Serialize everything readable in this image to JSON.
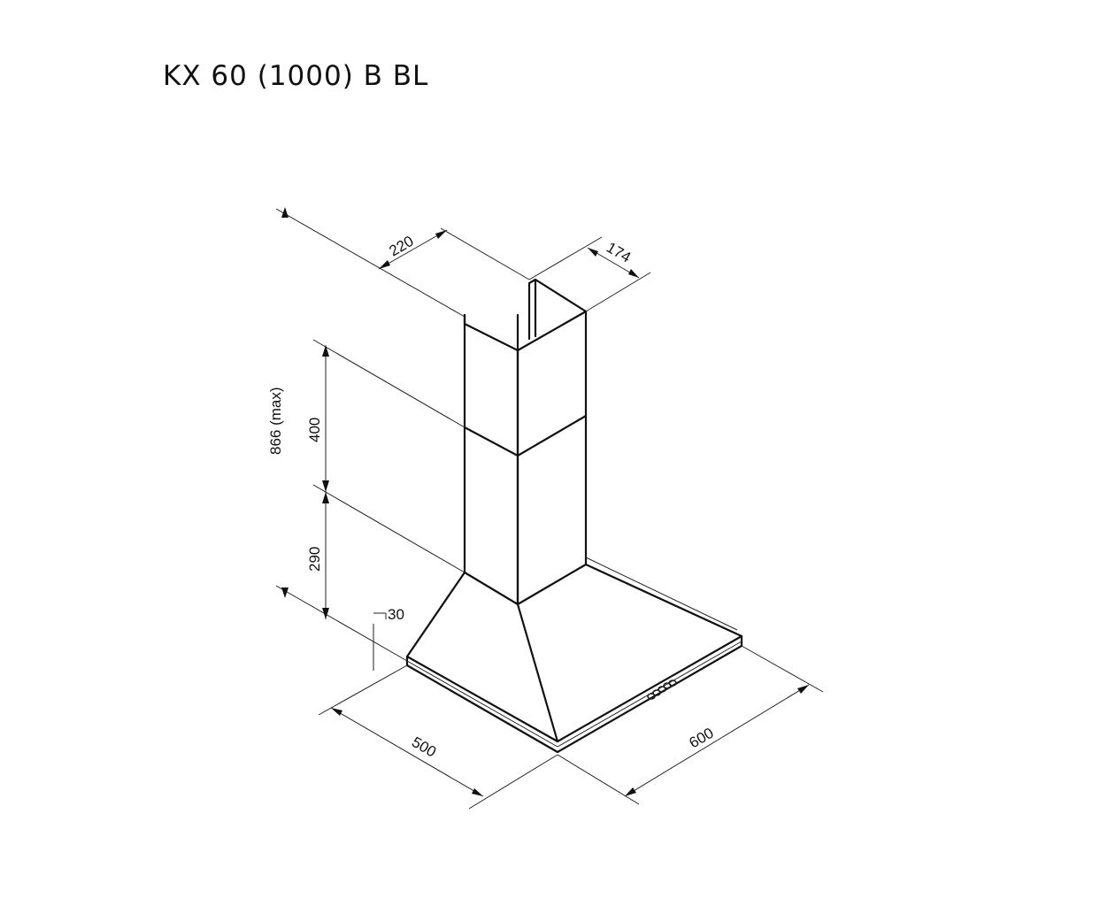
{
  "title": "KX 60 (1000) B BL",
  "dimensions": {
    "chimney_depth": "220",
    "chimney_width": "174",
    "upper_chimney_height": "400",
    "lower_chimney_height": "290",
    "total_height": "866 (max)",
    "canopy_thickness": "30",
    "depth": "500",
    "width": "600"
  },
  "colors": {
    "line": "#111111",
    "background": "#ffffff"
  }
}
